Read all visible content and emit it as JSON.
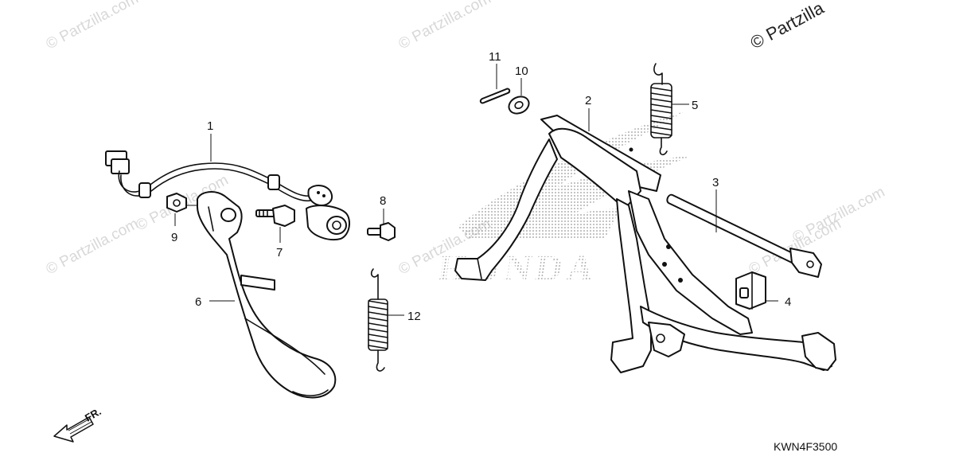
{
  "watermarks": [
    "© Partzilla.com",
    "© Partzilla.com",
    "© Partzilla.com",
    "© Partzilla.com",
    "© Partzilla.com",
    "© Partzilla.com",
    "© Partzilla.com"
  ],
  "watermark_corner": "© Partzilla",
  "brand_wordmark": "HONDA",
  "direction_label": "FR.",
  "diagram_code": "KWN4F3500",
  "callouts": {
    "p1": "1",
    "p2": "2",
    "p3": "3",
    "p4": "4",
    "p5": "5",
    "p6": "6",
    "p7": "7",
    "p8": "8",
    "p9": "9",
    "p10": "10",
    "p11": "11",
    "p12": "12"
  }
}
